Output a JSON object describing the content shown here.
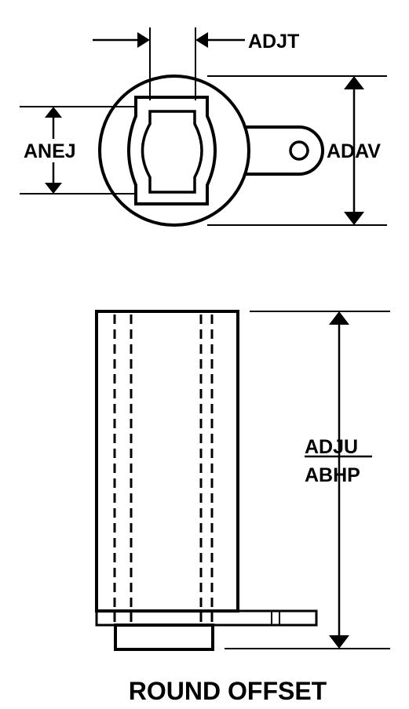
{
  "labels": {
    "adjt": "ADJT",
    "anej": "ANEJ",
    "adav": "ADAV",
    "adju": "ADJU",
    "abhp": "ABHP",
    "title": "ROUND OFFSET"
  },
  "colors": {
    "ink": "#000000",
    "paper": "#ffffff"
  }
}
